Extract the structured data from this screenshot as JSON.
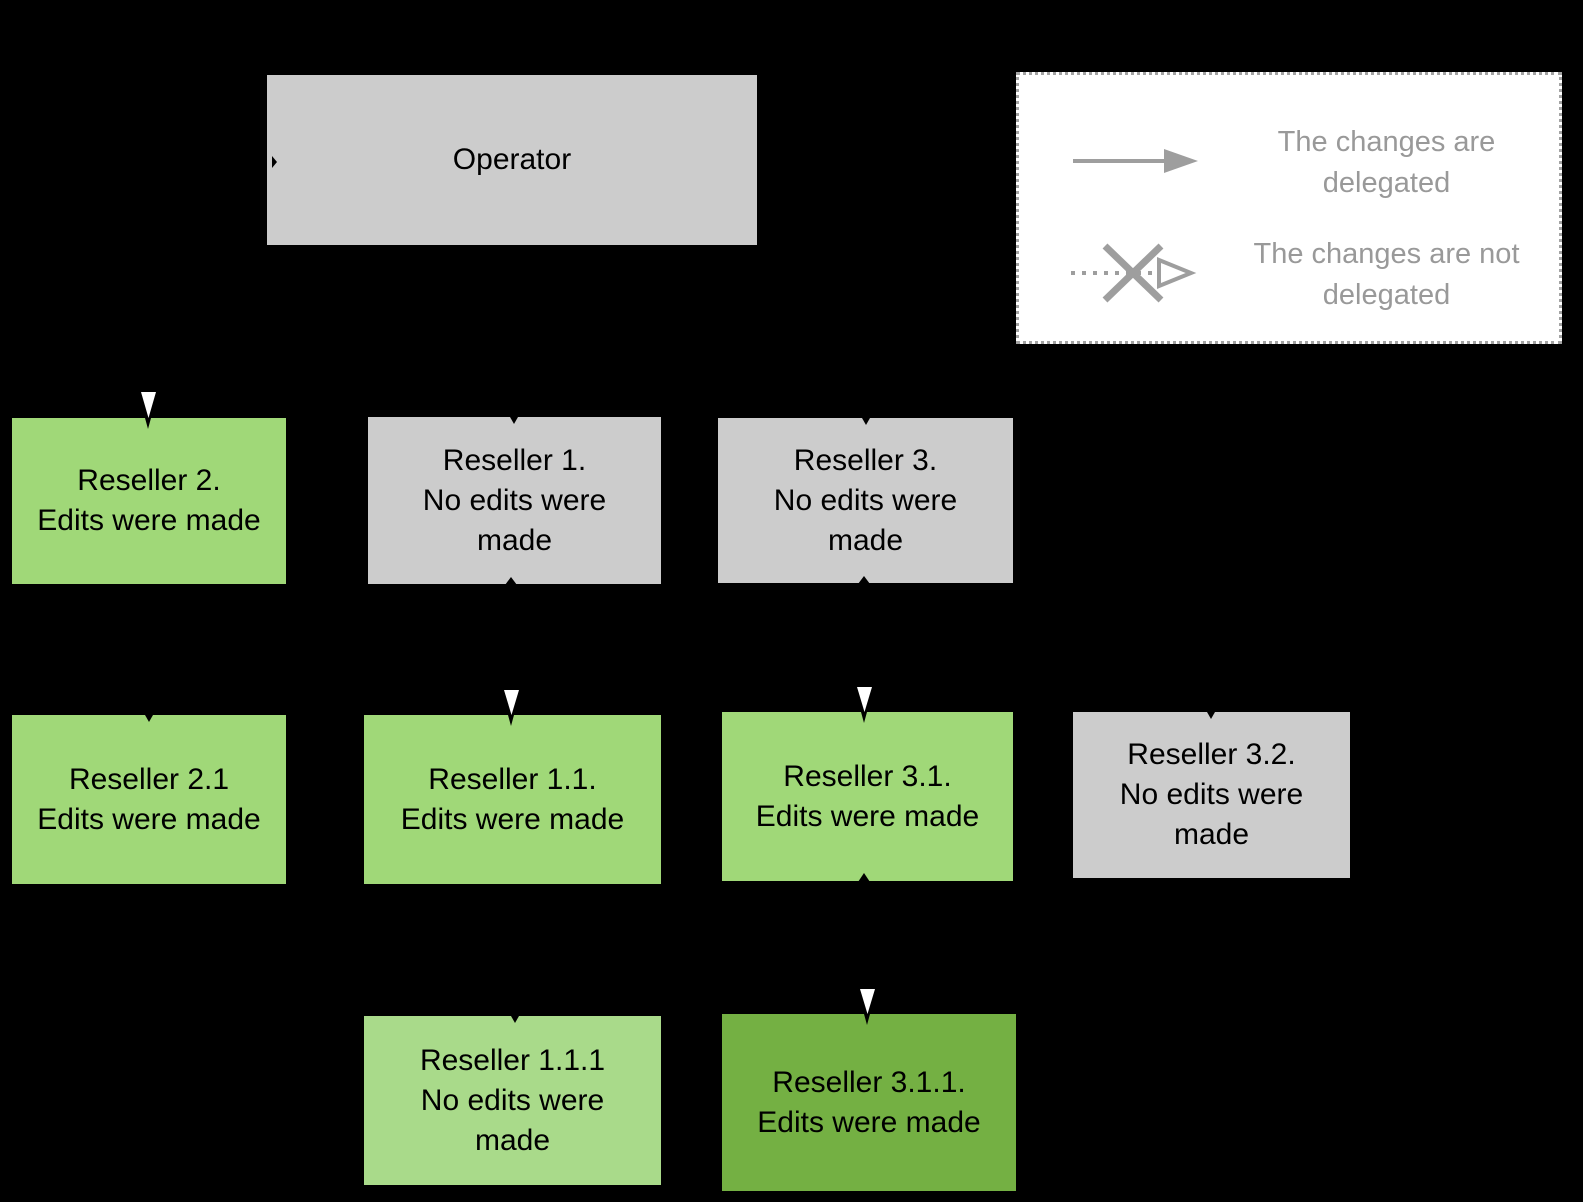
{
  "operator": {
    "label": "Operator"
  },
  "legend": {
    "items": [
      {
        "symbol": "solid-arrow",
        "label": "The changes are delegated"
      },
      {
        "symbol": "dotted-crossed-arrow",
        "label": "The changes are not delegated"
      }
    ]
  },
  "nodes": [
    {
      "id": "reseller-2",
      "title": "Reseller 2.",
      "status": "Edits were made",
      "color": "#a0d878"
    },
    {
      "id": "reseller-1",
      "title": "Reseller 1.",
      "status": "No edits were made",
      "color": "#cccccc"
    },
    {
      "id": "reseller-3",
      "title": "Reseller 3.",
      "status": "No edits were made",
      "color": "#cccccc"
    },
    {
      "id": "reseller-2-1",
      "title": "Reseller 2.1",
      "status": "Edits were made",
      "color": "#a0d878"
    },
    {
      "id": "reseller-1-1",
      "title": "Reseller 1.1.",
      "status": "Edits were made",
      "color": "#a0d878"
    },
    {
      "id": "reseller-3-1",
      "title": "Reseller 3.1.",
      "status": "Edits were made",
      "color": "#a0d878"
    },
    {
      "id": "reseller-3-2",
      "title": "Reseller 3.2.",
      "status": "No edits were made",
      "color": "#cccccc"
    },
    {
      "id": "reseller-1-1-1",
      "title": "Reseller 1.1.1",
      "status": "No edits were made",
      "color": "#a9da8a"
    },
    {
      "id": "reseller-3-1-1",
      "title": "Reseller 3.1.1.",
      "status": "Edits were made",
      "color": "#74b043"
    }
  ],
  "colors": {
    "background": "#000000",
    "node_gray": "#cccccc",
    "node_green": "#a0d878",
    "node_green_light": "#a9da8a",
    "node_green_dark": "#74b043",
    "legend_text": "#999999",
    "legend_glyph": "#9e9e9e",
    "arrowhead_white": "#ffffff"
  }
}
